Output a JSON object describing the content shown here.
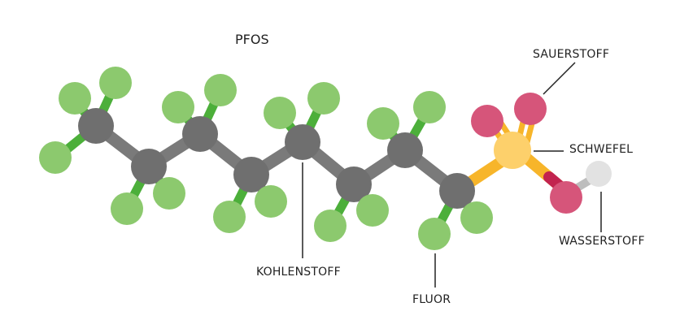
{
  "diagram": {
    "title": "PFOS",
    "labels": {
      "oxygen": "SAUERSTOFF",
      "sulfur": "SCHWEFEL",
      "hydrogen": "WASSERSTOFF",
      "carbon": "KOHLENSTOFF",
      "fluorine": "FLUOR"
    },
    "colors": {
      "carbon": "#6f6f6f",
      "fluorine": "#8cc96e",
      "fluorine_bond": "#4caf3a",
      "oxygen": "#d6557a",
      "oxygen_bond": "#c2244f",
      "sulfur": "#fdd06b",
      "sulfur_bond": "#f7b52a",
      "hydrogen": "#e2e2e2",
      "hydrogen_bond": "#bdbdbd",
      "line": "#222222"
    },
    "atom_counts": {
      "carbon": 8,
      "fluorine": 17,
      "sulfur": 1,
      "oxygen": 3,
      "hydrogen": 1
    }
  }
}
